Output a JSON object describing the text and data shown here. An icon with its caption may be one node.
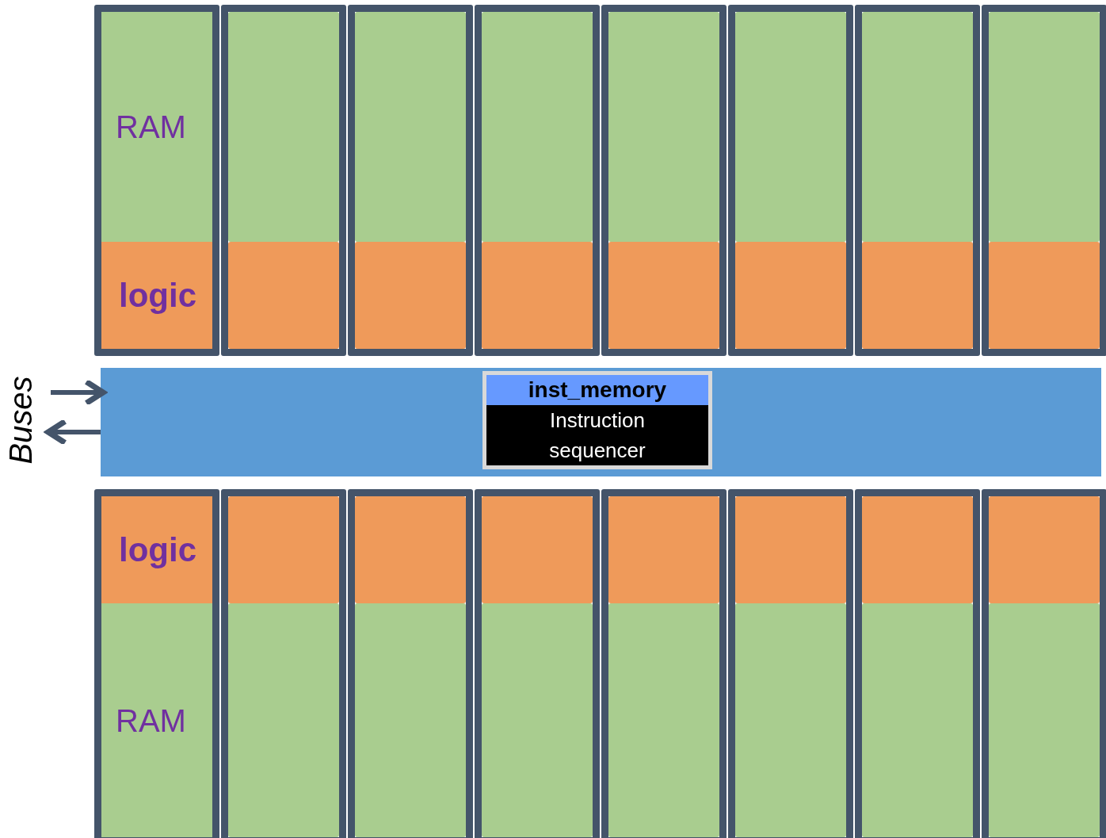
{
  "diagram": {
    "nodes": [
      {
        "text": [],
        "shape": "box"
      },
      {
        "text": [
          "RAM"
        ],
        "in": 0
      },
      {
        "text": [
          "logic"
        ],
        "in": 0
      },
      {
        "text": [],
        "shape": "box"
      },
      {
        "text": [],
        "shape": "box",
        "in": 3
      },
      {
        "text": [],
        "shape": "box",
        "in": 3
      },
      {
        "text": [],
        "shape": "box"
      },
      {
        "text": [],
        "shape": "box",
        "in": 6
      },
      {
        "text": [],
        "shape": "box",
        "in": 6
      },
      {
        "text": [],
        "shape": "box"
      },
      {
        "text": [],
        "shape": "box",
        "in": 9
      },
      {
        "text": [],
        "shape": "box",
        "in": 9
      },
      {
        "text": [],
        "shape": "box"
      },
      {
        "text": [],
        "shape": "box",
        "in": 12
      },
      {
        "text": [],
        "shape": "box",
        "in": 12
      },
      {
        "text": [],
        "shape": "box"
      },
      {
        "text": [],
        "shape": "box",
        "in": 15
      },
      {
        "text": [],
        "shape": "box",
        "in": 15
      },
      {
        "text": [],
        "shape": "box"
      },
      {
        "text": [],
        "shape": "box",
        "in": 18
      },
      {
        "text": [],
        "shape": "box",
        "in": 18
      },
      {
        "text": [],
        "shape": "box"
      },
      {
        "text": [],
        "shape": "box",
        "in": 21
      },
      {
        "text": [],
        "shape": "box",
        "in": 21
      },
      {
        "text": [],
        "shape": "bar"
      },
      {
        "text": [
          "inst_memory",
          "Instruction sequencer"
        ],
        "in": 24
      },
      {
        "text": [],
        "shape": "box"
      },
      {
        "text": [
          "logic"
        ],
        "in": 26
      },
      {
        "text": [
          "RAM"
        ],
        "in": 26
      },
      {
        "text": [],
        "shape": "box"
      },
      {
        "text": [],
        "shape": "box",
        "in": 29
      },
      {
        "text": [],
        "shape": "box",
        "in": 29
      },
      {
        "text": [],
        "shape": "box"
      },
      {
        "text": [],
        "shape": "box",
        "in": 32
      },
      {
        "text": [],
        "shape": "box",
        "in": 32
      },
      {
        "text": [],
        "shape": "box"
      },
      {
        "text": [],
        "shape": "box",
        "in": 35
      },
      {
        "text": [],
        "shape": "box",
        "in": 35
      },
      {
        "text": [],
        "shape": "box"
      },
      {
        "text": [],
        "shape": "box",
        "in": 38
      },
      {
        "text": [],
        "shape": "box",
        "in": 38
      },
      {
        "text": [],
        "shape": "box"
      },
      {
        "text": [],
        "shape": "box",
        "in": 41
      },
      {
        "text": [],
        "shape": "box",
        "in": 41
      },
      {
        "text": [],
        "shape": "box"
      },
      {
        "text": [],
        "shape": "box",
        "in": 44
      },
      {
        "text": [],
        "shape": "box",
        "in": 44
      },
      {
        "text": [],
        "shape": "box"
      },
      {
        "text": [],
        "shape": "box",
        "in": 47
      },
      {
        "text": [],
        "shape": "box",
        "in": 47
      },
      {
        "text": [
          "Buses"
        ]
      }
    ],
    "edges": [
      {
        "from": 50,
        "to": 24,
        "arrow": "to"
      },
      {
        "from": 24,
        "to": 50,
        "arrow": "to"
      }
    ]
  }
}
